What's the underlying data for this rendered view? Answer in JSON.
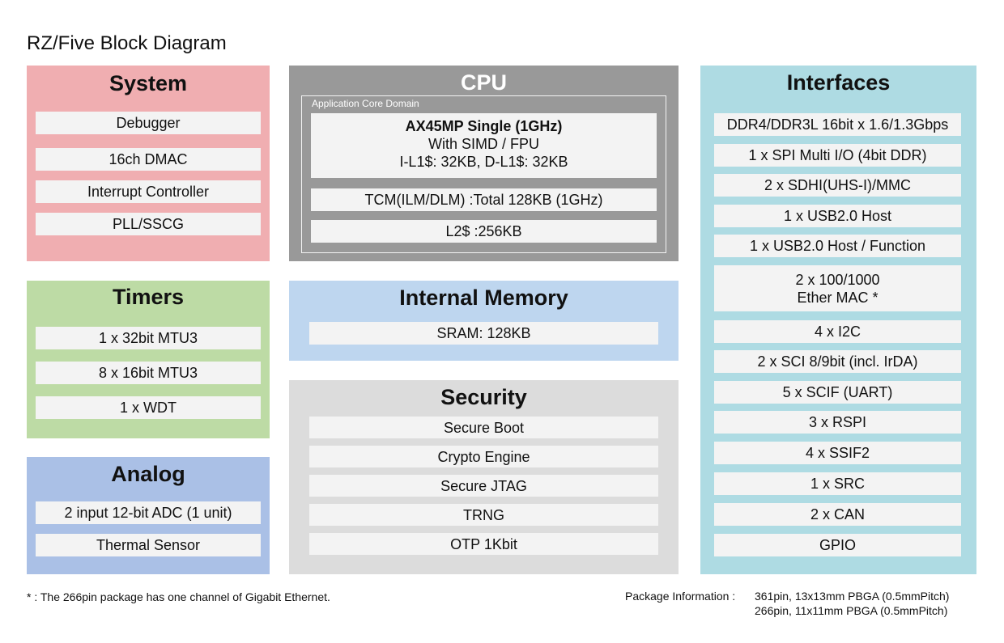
{
  "title": "RZ/Five Block Diagram",
  "system": {
    "title": "System",
    "items": [
      "Debugger",
      "16ch DMAC",
      "Interrupt Controller",
      "PLL/SSCG"
    ]
  },
  "timers": {
    "title": "Timers",
    "items": [
      "1 x 32bit MTU3",
      "8 x 16bit MTU3",
      "1 x WDT"
    ]
  },
  "analog": {
    "title": "Analog",
    "items": [
      "2 input 12-bit ADC (1 unit)",
      "Thermal Sensor"
    ]
  },
  "cpu": {
    "title": "CPU",
    "domain_label": "Application Core Domain",
    "core_line1": "AX45MP Single (1GHz)",
    "core_line2": "With SIMD / FPU",
    "core_line3": "I-L1$: 32KB, D-L1$: 32KB",
    "tcm": "TCM(ILM/DLM) :Total 128KB (1GHz)",
    "l2": "L2$ :256KB"
  },
  "internal_memory": {
    "title": "Internal Memory",
    "items": [
      "SRAM: 128KB"
    ]
  },
  "security": {
    "title": "Security",
    "items": [
      "Secure Boot",
      "Crypto Engine",
      "Secure JTAG",
      "TRNG",
      "OTP 1Kbit"
    ]
  },
  "interfaces": {
    "title": "Interfaces",
    "items": [
      "DDR4/DDR3L 16bit x 1.6/1.3Gbps",
      "1 x SPI Multi I/O (4bit DDR)",
      "2 x SDHI(UHS-I)/MMC",
      "1 x USB2.0 Host",
      "1 x USB2.0 Host / Function",
      "2 x 100/1000",
      "Ether MAC *",
      "4 x I2C",
      "2 x SCI 8/9bit (incl. IrDA)",
      "5 x SCIF (UART)",
      "3 x RSPI",
      "4 x SSIF2",
      "1 x SRC",
      "2 x CAN",
      "GPIO"
    ]
  },
  "footnote": "* : The 266pin package has one channel of Gigabit Ethernet.",
  "package": {
    "label": "Package Information :",
    "line1": "361pin, 13x13mm PBGA (0.5mmPitch)",
    "line2": "266pin, 11x11mm PBGA (0.5mmPitch)"
  }
}
